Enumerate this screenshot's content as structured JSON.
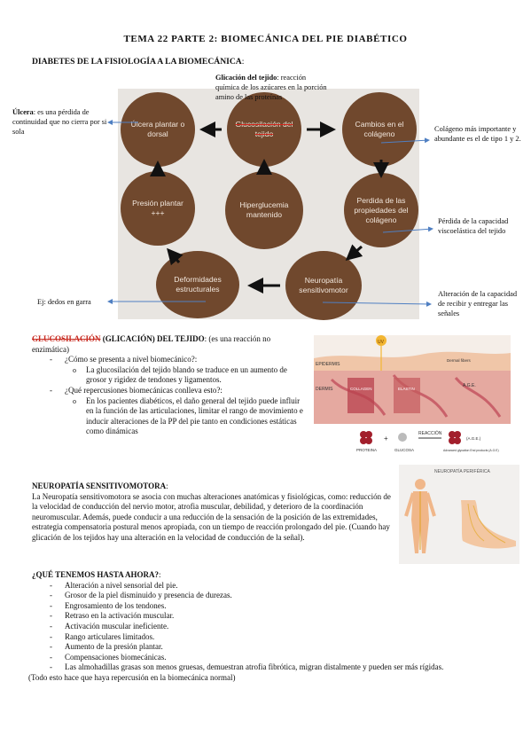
{
  "title": "TEMA 22 PARTE 2: BIOMECÁNICA DEL PIE DIABÉTICO",
  "section1": {
    "heading": "DIABETES DE LA FISIOLOGÍA A LA BIOMECÁNICA",
    "heading_suffix": ":",
    "nodes": {
      "ulcera": "Úlcera plantar o dorsal",
      "glucosilacion": "Glucosilación del tejido",
      "cambios": "Cambios en el colágeno",
      "presion": "Presión plantar +++",
      "hiperglucemia": "Hiperglucemia mantenido",
      "perdida": "Perdida de las propiedades del colágeno",
      "deformidades": "Deformidades estructurales",
      "neuropatia": "Neuropatía sensitivomotor"
    },
    "notes": {
      "glicacion_bold": "Glicación del tejido",
      "glicacion_rest": ": reacción química de los azúcares en la porción amino de las proteínas",
      "ulcera_bold": "Úlcera",
      "ulcera_rest": ": es una pérdida de continuidad que no cierra por si sola",
      "colageno": "Colágeno más importante y abundante es el de tipo 1 y 2.",
      "perdida_visco": "Pérdida de la capacidad viscoelástica del tejido",
      "dedos": "Ej: dedos en garra",
      "alteracion": "Alteración de la capacidad de recibir y entregar las señales"
    }
  },
  "section2": {
    "heading_strike": "GLUCOSILACIÓN",
    "heading_rest": " (GLICACIÓN) DEL TEJIDO",
    "heading_note": ": (es una reacción no enzimática)",
    "q1": "¿Cómo se presenta a nivel biomecánico?:",
    "a1": "La glucosilación del tejido blando se traduce en un aumento de grosor y rigidez de tendones y ligamentos.",
    "q2": "¿Qué repercusiones biomecánicas conlleva esto?:",
    "a2": "En los pacientes diabéticos, el daño general del tejido puede influir en la función de las articulaciones, limitar el rango de movimiento e inducir alteraciones de la PP del pie tanto en condiciones estáticas como dinámicas",
    "figure": {
      "uv": "UV",
      "epidermis": "EPIDERMIS",
      "dermis": "DERMIS",
      "dermal_fibers": "Dermal fibers",
      "collagen": "COLLAGEN",
      "elastin": "ELASTIN",
      "age_label": "A.G.E.",
      "proteina": "PROTEINA",
      "glucosa": "GLUCOSA",
      "reaccion": "REACCIÓN",
      "age_paren": "(A.G.E.)",
      "advanced": "Advanced glycation End products (A.G.E)"
    }
  },
  "section3": {
    "heading": "NEUROPATÍA SENSITIVOMOTORA",
    "heading_suffix": ":",
    "body": "La Neuropatía sensitivomotora se asocia con muchas alteraciones anatómicas y fisiológicas, como: reducción de la velocidad de conducción del nervio motor, atrofia muscular, debilidad, y deterioro de la coordinación neuromuscular. Además, puede conducir a una reducción de la sensación de la posición de las extremidades, estrategia compensatoria postural menos apropiada, con un tiempo de reacción prolongado del pie. (Cuando hay glicación de los tejidos hay una alteración en la velocidad de conducción de la señal).",
    "figure_title": "NEUROPATÍA PERIFÉRICA"
  },
  "section4": {
    "heading": "¿QUÉ TENEMOS HASTA AHORA?",
    "heading_suffix": ":",
    "items": [
      "Alteración a nivel sensorial del pie.",
      "Grosor de la piel disminuido y presencia de durezas.",
      "Engrosamiento de los tendones.",
      "Retraso en la activación muscular.",
      "Activación muscular ineficiente.",
      "Rango articulares limitados.",
      "Aumento de la presión plantar.",
      "Compensaciones biomecánicas.",
      "Las almohadillas grasas son menos gruesas, demuestran atrofia fibrótica, migran distalmente y pueden ser más rígidas."
    ],
    "closing": "(Todo esto hace que haya repercusión en la biomecánica normal)"
  },
  "colors": {
    "node": "#70482d",
    "node_text": "#f1e6dc",
    "diagram_bg": "#e8e5e1",
    "arrow_blue": "#4f7fc2",
    "strike_red": "#c82a20"
  }
}
